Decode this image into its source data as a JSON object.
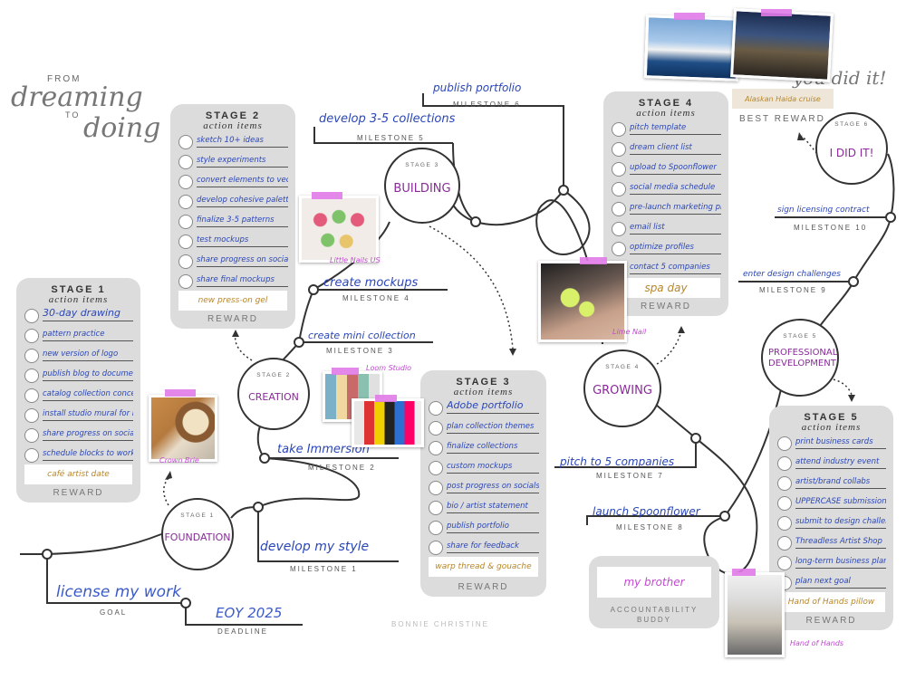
{
  "title": {
    "from": "FROM",
    "dreaming": "dreaming",
    "to": "TO",
    "doing": "doing"
  },
  "you_did_it": "you did it!",
  "author": "BONNIE CHRISTINE",
  "stage1": {
    "label": "STAGE 1",
    "sub": "action items",
    "items": [
      "30-day drawing",
      "pattern practice",
      "new version of logo",
      "publish blog to document journey",
      "catalog collection concepts",
      "install studio mural for inspiration",
      "share progress on socials",
      "schedule blocks to work on Immersion"
    ],
    "reward": "café artist date",
    "reward_label": "REWARD"
  },
  "stage2": {
    "label": "STAGE 2",
    "sub": "action items",
    "items": [
      "sketch 10+ ideas",
      "style experiments",
      "convert elements to vector",
      "develop cohesive palette",
      "finalize 3-5 patterns",
      "test mockups",
      "share progress on socials",
      "share final mockups"
    ],
    "reward": "new press-on gel",
    "reward_label": "REWARD"
  },
  "stage3": {
    "label": "STAGE 3",
    "sub": "action items",
    "items": [
      "Adobe portfolio",
      "plan collection themes",
      "finalize collections",
      "custom mockups",
      "post progress on socials",
      "bio / artist statement",
      "publish portfolio",
      "share for feedback"
    ],
    "reward": "warp thread & gouache",
    "reward_label": "REWARD"
  },
  "stage4": {
    "label": "STAGE 4",
    "sub": "action items",
    "items": [
      "pitch template",
      "dream client list",
      "upload to Spoonflower",
      "social media schedule",
      "pre-launch marketing plan",
      "email list",
      "optimize profiles",
      "contact 5 companies"
    ],
    "reward": "spa day",
    "reward_label": "REWARD"
  },
  "stage5": {
    "label": "STAGE 5",
    "sub": "action items",
    "items": [
      "print business cards",
      "attend industry event",
      "artist/brand collabs",
      "UPPERCASE submission",
      "submit to design challenges (Threadless, SF)",
      "Threadless Artist Shop",
      "long-term business plan",
      "plan next goal"
    ],
    "reward": "Hand of Hands pillow",
    "reward_label": "REWARD"
  },
  "circles": {
    "s1": {
      "label": "STAGE 1",
      "name": "FOUNDATION"
    },
    "s2": {
      "label": "STAGE 2",
      "name": "CREATION"
    },
    "s3": {
      "label": "STAGE 3",
      "name": "BUILDING"
    },
    "s4": {
      "label": "STAGE 4",
      "name": "GROWING"
    },
    "s5": {
      "label": "STAGE 5",
      "name": "PROFESSIONAL DEVELOPMENT"
    },
    "s6": {
      "label": "STAGE 6",
      "name": "I DID IT!"
    }
  },
  "milestones": {
    "m1": {
      "text": "develop my style",
      "label": "MILESTONE 1"
    },
    "m2": {
      "text": "take Immersion",
      "label": "MILESTONE 2"
    },
    "m3": {
      "text": "create mini collection",
      "label": "MILESTONE 3"
    },
    "m4": {
      "text": "create mockups",
      "label": "MILESTONE 4"
    },
    "m5": {
      "text": "develop 3-5 collections",
      "label": "MILESTONE 5"
    },
    "m6": {
      "text": "publish portfolio",
      "label": "MILESTONE 6"
    },
    "m7": {
      "text": "pitch to 5 companies",
      "label": "MILESTONE 7"
    },
    "m8": {
      "text": "launch Spoonflower",
      "label": "MILESTONE 8"
    },
    "m9": {
      "text": "enter design challenges",
      "label": "MILESTONE 9"
    },
    "m10": {
      "text": "sign licensing contract",
      "label": "MILESTONE 10"
    }
  },
  "goal": {
    "text": "license my work",
    "label": "GOAL"
  },
  "deadline": {
    "text": "EOY 2025",
    "label": "DEADLINE"
  },
  "best_reward": {
    "text": "Alaskan Haida cruise",
    "label": "BEST REWARD"
  },
  "accountability": {
    "text": "my brother",
    "label": "ACCOUNTABILITY BUDDY"
  },
  "photos": {
    "croissant": "Crown Brie",
    "nails": "Little Nails US",
    "loom": "Loom Studio",
    "lime": "Lime Nail",
    "hands": "Hand of Hands"
  },
  "colors": {
    "accent_pink": "#e07be8",
    "ink_blue": "#2a46b8",
    "stage_purple": "#8a2a9a",
    "card_gray": "#dcdcdc",
    "reward_gold": "#b8862b"
  }
}
